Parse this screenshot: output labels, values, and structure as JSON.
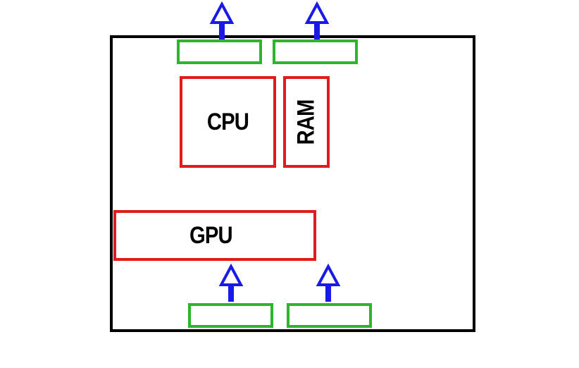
{
  "components": {
    "cpu_label": "CPU",
    "ram_label": "RAM",
    "gpu_label": "GPU"
  },
  "colors": {
    "case_border": "#000000",
    "component_border": "#e01b1b",
    "fan_border": "#2db52d",
    "airflow_arrow": "#1a1ae6"
  },
  "icons": {
    "airflow": "arrow-up-icon"
  }
}
